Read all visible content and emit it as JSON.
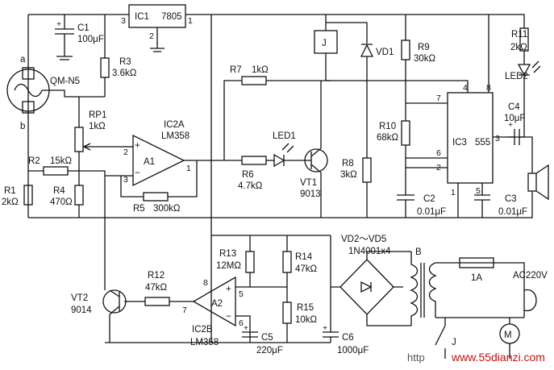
{
  "components": {
    "ic1": {
      "ref": "IC1",
      "value": "7805",
      "pin1": "1",
      "pin2": "2",
      "pin3": "3"
    },
    "c1": {
      "ref": "C1",
      "value": "100μF"
    },
    "r3": {
      "ref": "R3",
      "value": "3.6kΩ"
    },
    "sensor": {
      "ref": "QM-N5",
      "pin_a": "a",
      "pin_b": "b"
    },
    "rp1": {
      "ref": "RP1",
      "value": "1kΩ"
    },
    "ic2a": {
      "ref": "IC2A",
      "value": "LM358",
      "amp": "A1",
      "pin1": "1",
      "pin2": "2",
      "pin3": "3"
    },
    "r2": {
      "ref": "R2",
      "value": "15kΩ"
    },
    "r1": {
      "ref": "R1",
      "value": "2kΩ"
    },
    "r4": {
      "ref": "R4",
      "value": "470Ω"
    },
    "r5": {
      "ref": "R5",
      "value": "300kΩ"
    },
    "r7": {
      "ref": "R7",
      "value": "1kΩ"
    },
    "r6": {
      "ref": "R6",
      "value": "4.7kΩ"
    },
    "led1": {
      "ref": "LED1"
    },
    "vt1": {
      "ref": "VT1",
      "value": "9013"
    },
    "relay": {
      "ref": "J"
    },
    "vd1": {
      "ref": "VD1"
    },
    "r8": {
      "ref": "R8",
      "value": "3kΩ"
    },
    "r9": {
      "ref": "R9",
      "value": "30kΩ"
    },
    "r10": {
      "ref": "R10",
      "value": "68kΩ"
    },
    "c2": {
      "ref": "C2",
      "value": "0.01μF"
    },
    "ic3": {
      "ref": "IC3",
      "value": "555",
      "pin1": "1",
      "pin2": "2",
      "pin3": "3",
      "pin4": "4",
      "pin5": "5",
      "pin6": "6",
      "pin7": "7",
      "pin8": "8"
    },
    "c3": {
      "ref": "C3",
      "value": "0.01μF"
    },
    "r11": {
      "ref": "R11",
      "value": "2kΩ"
    },
    "led2": {
      "ref": "LED2"
    },
    "c4": {
      "ref": "C4",
      "value": "10μF"
    },
    "r13": {
      "ref": "R13",
      "value": "12MΩ"
    },
    "r14": {
      "ref": "R14",
      "value": "47kΩ"
    },
    "r15": {
      "ref": "R15",
      "value": "10kΩ"
    },
    "c5": {
      "ref": "C5",
      "value": "220μF"
    },
    "c6": {
      "ref": "C6",
      "value": "1000μF"
    },
    "ic2b": {
      "ref": "IC2B",
      "value": "LM358",
      "amp": "A2",
      "pin5": "5",
      "pin6": "6",
      "pin7": "7",
      "pin8": "8"
    },
    "r12": {
      "ref": "R12",
      "value": "47kΩ"
    },
    "vt2": {
      "ref": "VT2",
      "value": "9014"
    },
    "bridge": {
      "ref": "VD2～VD5",
      "value": "1N4001x4"
    },
    "transformer": {
      "ref": "B"
    },
    "fuse": {
      "ref": "1A"
    },
    "mains": {
      "ref": "AC220V"
    },
    "contact": {
      "ref": "J"
    },
    "motor": {
      "ref": "M"
    }
  },
  "watermark": {
    "prefix": "http",
    "url": "www.55dianzi.com"
  }
}
